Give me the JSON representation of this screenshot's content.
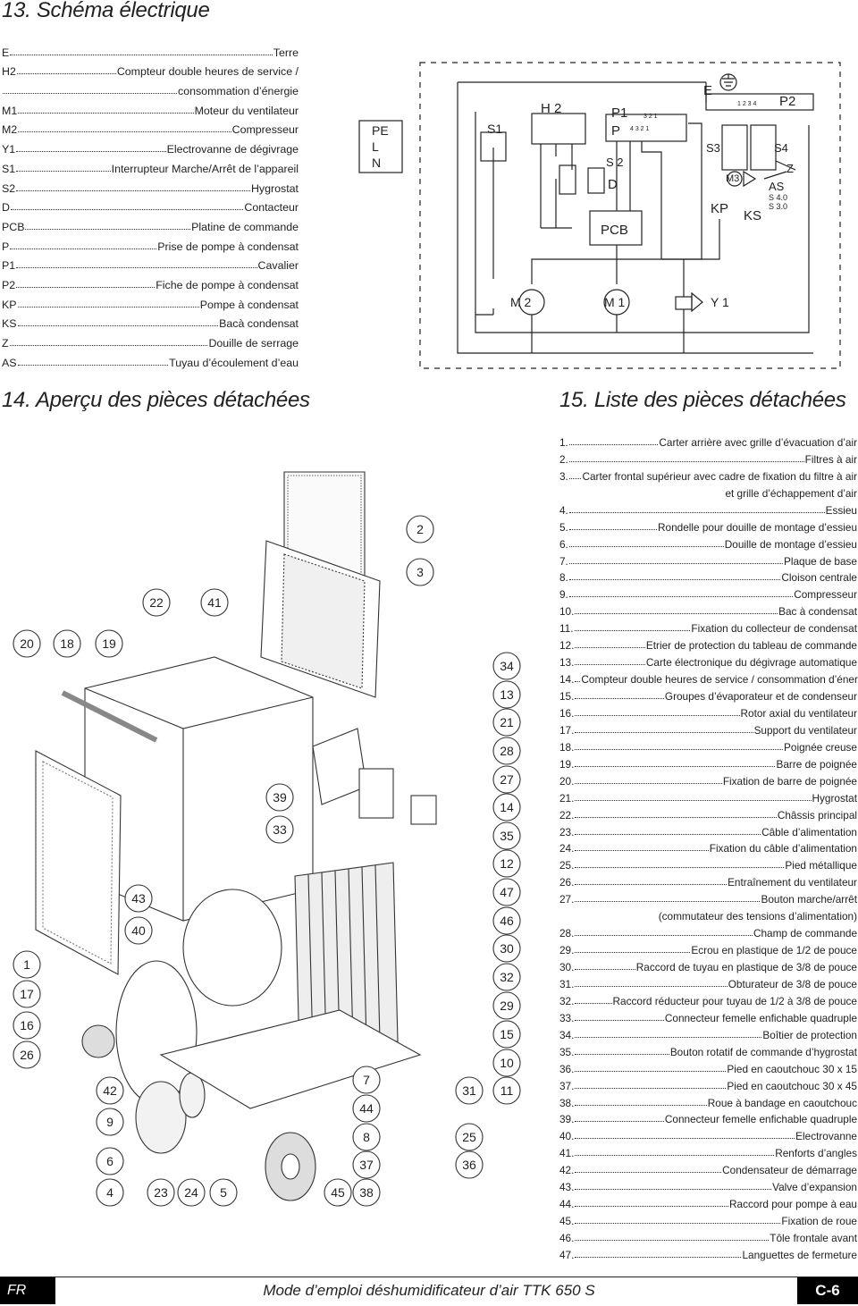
{
  "section13": {
    "title": "13. Schéma électrique"
  },
  "section14": {
    "title": "14. Aperçu des pièces détachées"
  },
  "section15": {
    "title": "15. Liste des pièces détachées"
  },
  "legend": [
    {
      "code": "E",
      "label": "Terre"
    },
    {
      "code": "H2",
      "label": "Compteur double heures de service /"
    },
    {
      "code": "",
      "label": "consommation d’énergie"
    },
    {
      "code": "M1",
      "label": "Moteur du ventilateur"
    },
    {
      "code": "M2",
      "label": "Compresseur"
    },
    {
      "code": "Y1",
      "label": "Electrovanne de dégivrage"
    },
    {
      "code": "S1",
      "label": "Interrupteur Marche/Arrêt de l’appareil"
    },
    {
      "code": "S2",
      "label": "Hygrostat"
    },
    {
      "code": "D",
      "label": "Contacteur"
    },
    {
      "code": "PCB",
      "label": "Platine de commande"
    },
    {
      "code": "P",
      "label": "Prise de pompe à condensat"
    },
    {
      "code": "P1",
      "label": "Cavalier"
    },
    {
      "code": "P2",
      "label": "Fiche de pompe à condensat"
    },
    {
      "code": "KP",
      "label": "Pompe à condensat"
    },
    {
      "code": "KS",
      "label": "Bacà condensat"
    },
    {
      "code": "Z",
      "label": "Douille de serrage"
    },
    {
      "code": "AS",
      "label": "Tuyau d’écoulement d’eau"
    }
  ],
  "wiring": {
    "pe": "PE",
    "l": "L",
    "n": "N",
    "s1": "S1",
    "h2": "H 2",
    "p1": "P1",
    "p": "P",
    "s2": "S 2",
    "d": "D",
    "pcb": "PCB",
    "e": "E",
    "p2": "P2",
    "s3": "S3",
    "s4": "S4",
    "m3": "M3",
    "as": "AS",
    "z": "Z",
    "s40": "S 4.0",
    "s30": "S 3.0",
    "kp": "KP",
    "ks": "KS",
    "m2": "M 2",
    "m1": "M 1",
    "y1": "Y 1",
    "pins1": "3  2  1",
    "pins2": "4  3  2  1",
    "pins3": "1  2  3  4"
  },
  "callouts": [
    "2",
    "3",
    "22",
    "41",
    "20",
    "18",
    "19",
    "34",
    "13",
    "21",
    "28",
    "27",
    "39",
    "14",
    "33",
    "35",
    "12",
    "43",
    "47",
    "46",
    "40",
    "1",
    "30",
    "32",
    "17",
    "29",
    "16",
    "15",
    "26",
    "10",
    "7",
    "42",
    "31",
    "11",
    "44",
    "9",
    "8",
    "25",
    "6",
    "37",
    "36",
    "4",
    "23",
    "24",
    "5",
    "45",
    "38"
  ],
  "parts": [
    {
      "num": "1.",
      "label": "Carter arrière avec grille d’évacuation d’air"
    },
    {
      "num": "2.",
      "label": "Filtres à air"
    },
    {
      "num": "3.",
      "label": "Carter frontal supérieur avec cadre de fixation du filtre à air"
    },
    {
      "num": "",
      "label": "et grille d’échappement d’air"
    },
    {
      "num": "4.",
      "label": "Essieu"
    },
    {
      "num": "5.",
      "label": "Rondelle pour douille de montage d’essieu"
    },
    {
      "num": "6.",
      "label": "Douille de montage d’essieu"
    },
    {
      "num": "7.",
      "label": "Plaque de base"
    },
    {
      "num": "8.",
      "label": "Cloison centrale"
    },
    {
      "num": "9.",
      "label": "Compresseur"
    },
    {
      "num": "10.",
      "label": "Bac à condensat"
    },
    {
      "num": "11.",
      "label": "Fixation du collecteur de condensat"
    },
    {
      "num": "12.",
      "label": "Etrier de protection du tableau de commande"
    },
    {
      "num": "13.",
      "label": "Carte électronique du dégivrage automatique"
    },
    {
      "num": "14.",
      "label": "Compteur double heures de service / consommation d’énergie"
    },
    {
      "num": "15.",
      "label": "Groupes d’évaporateur et de condenseur"
    },
    {
      "num": "16.",
      "label": "Rotor axial du ventilateur"
    },
    {
      "num": "17.",
      "label": "Support du ventilateur"
    },
    {
      "num": "18.",
      "label": "Poignée creuse"
    },
    {
      "num": "19.",
      "label": "Barre de poignée"
    },
    {
      "num": "20.",
      "label": "Fixation de barre de poignée"
    },
    {
      "num": "21.",
      "label": "Hygrostat"
    },
    {
      "num": "22.",
      "label": "Châssis principal"
    },
    {
      "num": "23.",
      "label": "Câble d’alimentation"
    },
    {
      "num": "24.",
      "label": "Fixation du câble d’alimentation"
    },
    {
      "num": "25.",
      "label": "Pied métallique"
    },
    {
      "num": "26.",
      "label": "Entraînement du ventilateur"
    },
    {
      "num": "27.",
      "label": "Bouton marche/arrêt"
    },
    {
      "num": "",
      "label": "(commutateur des tensions d’alimentation)"
    },
    {
      "num": "28.",
      "label": "Champ de commande"
    },
    {
      "num": "29.",
      "label": "Ecrou en plastique de 1/2 de pouce"
    },
    {
      "num": "30.",
      "label": "Raccord de tuyau en plastique de 3/8 de pouce"
    },
    {
      "num": "31.",
      "label": "Obturateur de 3/8 de pouce"
    },
    {
      "num": "32.",
      "label": "Raccord réducteur pour tuyau de 1/2 à 3/8 de pouce"
    },
    {
      "num": "33.",
      "label": "Connecteur femelle enfichable quadruple"
    },
    {
      "num": "34.",
      "label": "Boîtier de protection"
    },
    {
      "num": "35.",
      "label": "Bouton rotatif de commande d’hygrostat"
    },
    {
      "num": "36.",
      "label": "Pied en caoutchouc 30 x 15"
    },
    {
      "num": "37.",
      "label": "Pied en caoutchouc 30 x 45"
    },
    {
      "num": "38.",
      "label": "Roue à bandage en caoutchouc"
    },
    {
      "num": "39.",
      "label": "Connecteur femelle enfichable quadruple"
    },
    {
      "num": "40.",
      "label": "Electrovanne"
    },
    {
      "num": "41.",
      "label": "Renforts d’angles"
    },
    {
      "num": "42.",
      "label": "Condensateur de démarrage"
    },
    {
      "num": "43.",
      "label": "Valve d’expansion"
    },
    {
      "num": "44.",
      "label": "Raccord pour pompe à eau"
    },
    {
      "num": "45.",
      "label": "Fixation de roue"
    },
    {
      "num": "46.",
      "label": "Tôle frontale avant"
    },
    {
      "num": "47.",
      "label": "Languettes de fermeture"
    }
  ],
  "footer": {
    "lang": "FR",
    "title": "Mode d’emploi déshumidificateur d’air TTK 650 S",
    "page": "C-6"
  }
}
